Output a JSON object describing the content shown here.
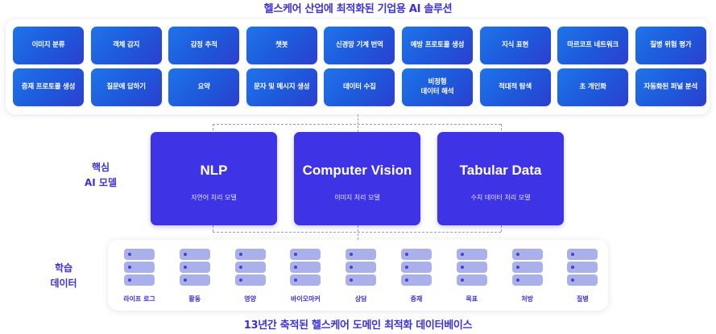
{
  "header": {
    "title": "헬스케어 산업에 최적화된 기업용 AI 솔루션"
  },
  "solutions": [
    "이미지 분류",
    "객체 감지",
    "감정 추적",
    "챗봇",
    "신경망 기계 번역",
    "예방 프로토콜 생성",
    "지식 표현",
    "마르코프 네트워크",
    "질병 위험 평가",
    "증재 프로토콜 생성",
    "질문에 답하기",
    "요약",
    "문자 및 메시지 생성",
    "데이터 수집",
    "비정형\n데이터 해석",
    "적대적 탐색",
    "초 개인화",
    "자동화된 퍼널 분석"
  ],
  "core": {
    "label": "핵심\nAI 모델",
    "models": [
      {
        "title": "NLP",
        "subtitle": "자연어 처리 모델"
      },
      {
        "title": "Computer Vision",
        "subtitle": "이미지 처리 모델"
      },
      {
        "title": "Tabular Data",
        "subtitle": "수치 데이터 처리 모델"
      }
    ]
  },
  "training": {
    "label": "학습\n데이터",
    "items": [
      "라이프 로그",
      "활동",
      "영양",
      "바이오마커",
      "상담",
      "증재",
      "목표",
      "처방",
      "질병"
    ]
  },
  "footer": {
    "title": "13년간 축적된 헬스케어 도메인 최적화 데이터베이스"
  },
  "colors": {
    "accent": "#3b31d6",
    "model_box": "#3f33e6",
    "button_blue": "#1e58db",
    "db_icon": "#aab1ea"
  },
  "icons": {
    "database": "database-icon"
  }
}
